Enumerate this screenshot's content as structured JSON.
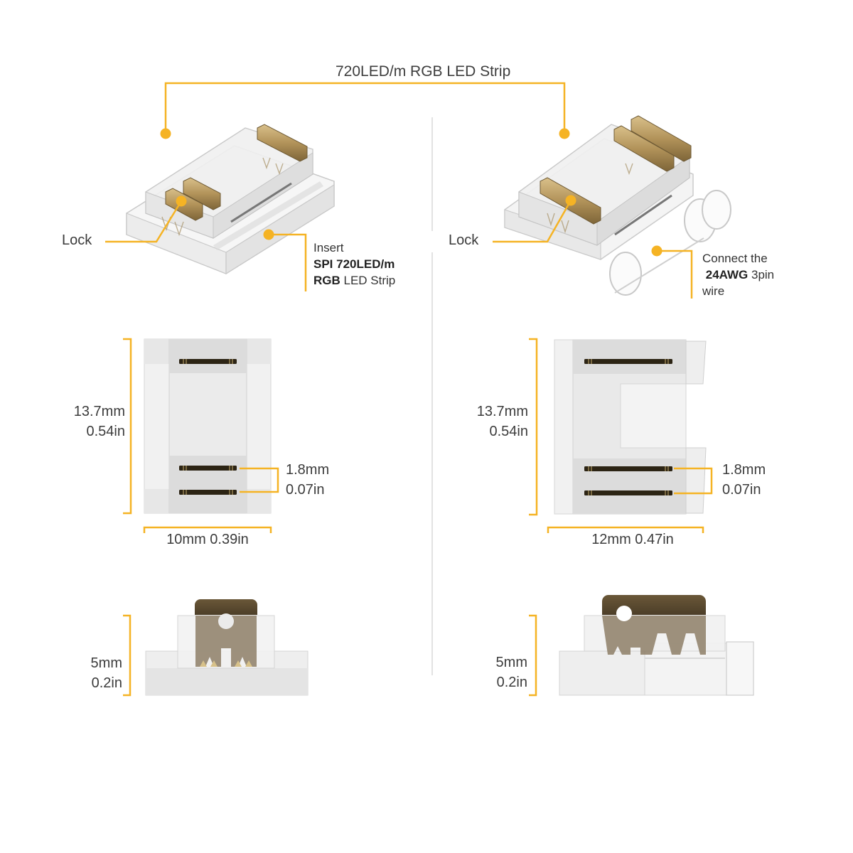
{
  "title": "720LED/m RGB LED Strip",
  "colors": {
    "accent": "#F5B324",
    "text": "#3a3a3a",
    "divider": "#e2e2e2",
    "contact_gold": "#B89A5E",
    "contact_dark": "#5A4A32",
    "housing": "#e9e9e9"
  },
  "left": {
    "name": "strip-to-strip connector",
    "callouts": {
      "lock": "Lock",
      "insert": {
        "line1": "Insert",
        "line2_bold": "SPI 720LED/m",
        "line3_bold": "RGB",
        "line3_rest": " LED Strip"
      }
    },
    "top_view": {
      "height_mm": "13.7mm",
      "height_in": "0.54in",
      "pitch_mm": "1.8mm",
      "pitch_in": "0.07in",
      "width": "10mm 0.39in"
    },
    "side_view": {
      "thickness_mm": "5mm",
      "thickness_in": "0.2in"
    }
  },
  "right": {
    "name": "strip-to-wire connector",
    "callouts": {
      "lock": "Lock",
      "connect": {
        "line1": "Connect the",
        "line2_bold": "24AWG",
        "line2_rest": " 3pin",
        "line3": "wire"
      }
    },
    "top_view": {
      "height_mm": "13.7mm",
      "height_in": "0.54in",
      "pitch_mm": "1.8mm",
      "pitch_in": "0.07in",
      "width": "12mm 0.47in"
    },
    "side_view": {
      "thickness_mm": "5mm",
      "thickness_in": "0.2in"
    }
  }
}
